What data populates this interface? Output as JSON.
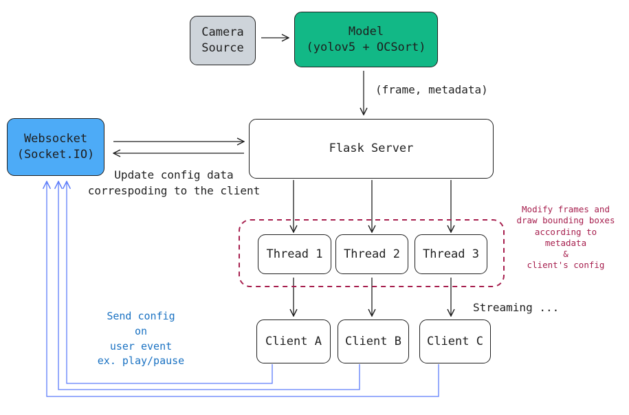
{
  "nodes": {
    "camera": {
      "label": "Camera\nSource",
      "fill": "#ced4da"
    },
    "model": {
      "label": "Model\n(yolov5 + OCSort)",
      "fill": "#12b886"
    },
    "websocket": {
      "label": "Websocket\n(Socket.IO)",
      "fill": "#4dabf7"
    },
    "flask": {
      "label": "Flask Server"
    },
    "threads": [
      "Thread 1",
      "Thread 2",
      "Thread 3"
    ],
    "clients": [
      "Client A",
      "Client B",
      "Client C"
    ]
  },
  "annotations": {
    "frame_metadata": "(frame, metadata)",
    "update_config": "Update config data\ncorrespoding to the client",
    "modify_frames": "Modify frames and\ndraw bounding boxes\naccording to\nmetadata\n&\nclient's config",
    "streaming": "Streaming ...",
    "send_config": "Send config\non\nuser event\nex. play/pause"
  },
  "colors": {
    "stroke": "#1e1e1e",
    "group_border": "#a61e4d",
    "annotation_red": "#a61e4d",
    "annotation_blue": "#1971c2",
    "feedback_line": "#5c7cfa"
  }
}
